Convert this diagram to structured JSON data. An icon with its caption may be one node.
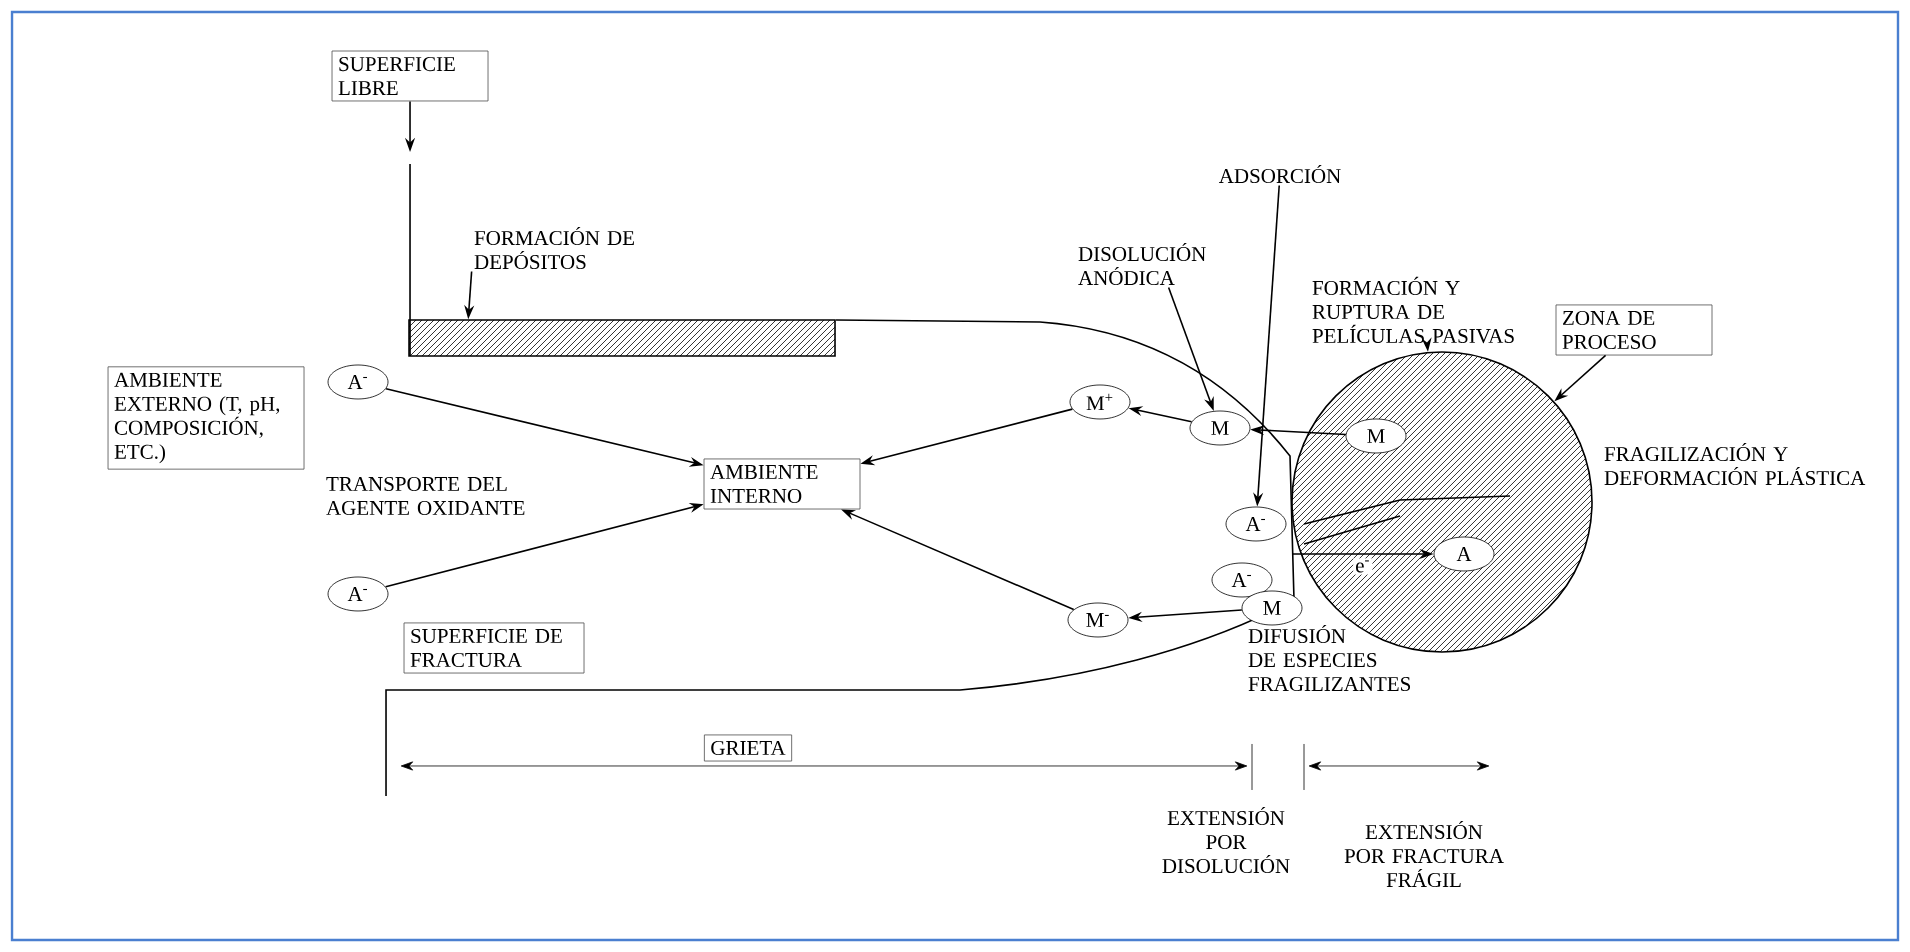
{
  "diagram": {
    "nodes": [
      {
        "text": [
          "SUPERFICIE LIBRE"
        ]
      },
      {
        "text": [
          "FORMACIÓN DE DEPÓSITOS"
        ]
      },
      {
        "text": [],
        "shape": "bar"
      },
      {
        "text": [
          "AMBIENTE EXTERNO (T, pH, COMPOSICIÓN, ETC.)"
        ]
      },
      {
        "text": [
          "A$^{-}$"
        ]
      },
      {
        "text": [
          "AMBIENTE INTERNO"
        ]
      },
      {
        "text": [
          "A$^{-}$"
        ]
      },
      {
        "text": [
          "SUPERFICIE DE FRACTURA"
        ]
      },
      {
        "text": [
          "GRIETA"
        ]
      },
      {
        "text": [
          "ADSORCIÓN"
        ]
      },
      {
        "text": [
          "DISOLUCIÓN ANÓDICA"
        ]
      },
      {
        "text": [
          "FORMACIÓN Y RUPTURA DE PELÍCULAS PASIVAS"
        ]
      },
      {
        "text": [
          "ZONA DE PROCESO"
        ]
      },
      {
        "text": [
          "M$^{+}$"
        ]
      },
      {
        "text": [
          "M"
        ]
      },
      {
        "text": [],
        "shape": "circle"
      },
      {
        "text": [
          "M"
        ],
        "in": 15
      },
      {
        "text": [
          "A$^{-}$"
        ]
      },
      {
        "text": [
          "A$^{-}$"
        ]
      },
      {
        "text": [
          "A"
        ],
        "in": 15
      },
      {
        "text": [
          "M"
        ]
      },
      {
        "text": [
          "M$^{-}$"
        ]
      }
    ],
    "edges": [
      {
        "from": 0,
        "to": null,
        "arrow": "to"
      },
      {
        "from": 1,
        "to": 2,
        "arrow": "to"
      },
      {
        "from": 4,
        "to": 5,
        "arrow": "to"
      },
      {
        "from": 6,
        "to": 5,
        "arrow": "to"
      },
      {
        "from": 13,
        "to": 5,
        "arrow": "to"
      },
      {
        "from": 14,
        "to": 13,
        "arrow": "to"
      },
      {
        "from": 21,
        "to": 5,
        "arrow": "to"
      },
      {
        "from": 20,
        "to": 21,
        "arrow": "to"
      },
      {
        "from": 9,
        "to": 17,
        "arrow": "to"
      },
      {
        "from": 10,
        "to": 14,
        "arrow": "to"
      },
      {
        "from": 11,
        "to": 15,
        "arrow": "to"
      },
      {
        "from": 12,
        "to": 15,
        "arrow": "to"
      },
      {
        "from": 16,
        "to": 14,
        "arrow": "to"
      },
      {
        "from": null,
        "to": 19,
        "arrow": "to",
        "label": "e$^{-}$"
      }
    ],
    "labels": [
      "TRANSPORTE DEL AGENTE OXIDANTE",
      "FRAGILIZACIÓN Y DEFORMACIÓN PLÁSTICA",
      "DIFUSIÓN DE ESPECIES FRAGILIZANTES",
      "EXTENSIÓN POR DISOLUCIÓN",
      "EXTENSIÓN POR FRACTURA FRÁGIL"
    ]
  }
}
